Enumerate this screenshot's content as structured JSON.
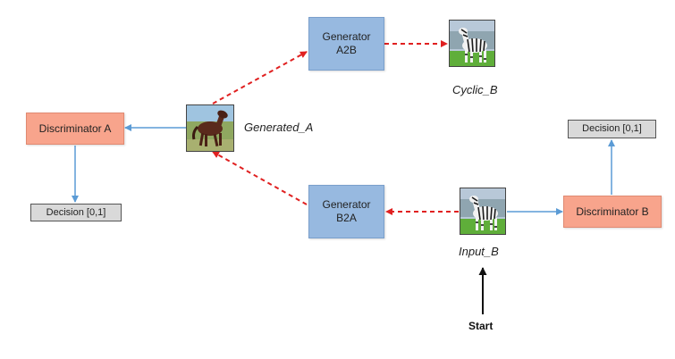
{
  "nodes": {
    "generator_a2b": {
      "line1": "Generator",
      "line2": "A2B"
    },
    "generator_b2a": {
      "line1": "Generator",
      "line2": "B2A"
    },
    "discriminator_a": {
      "label": "Discriminator A"
    },
    "discriminator_b": {
      "label": "Discriminator B"
    },
    "decision_a": {
      "label": "Decision [0,1]"
    },
    "decision_b": {
      "label": "Decision [0,1]"
    }
  },
  "images": {
    "cyclic_b": {
      "caption": "Cyclic_B",
      "icon": "zebra-image"
    },
    "generated_a": {
      "caption": "Generated_A",
      "icon": "horse-image"
    },
    "input_b": {
      "caption": "Input_B",
      "icon": "zebra-image"
    }
  },
  "start": {
    "label": "Start"
  },
  "colors": {
    "generator": "#97b9e0",
    "discriminator": "#f8a48c",
    "decision": "#d9d9d9",
    "dashed_arrow": "#e02020",
    "solid_arrow": "#5b9bd5",
    "start_arrow": "#111111"
  }
}
